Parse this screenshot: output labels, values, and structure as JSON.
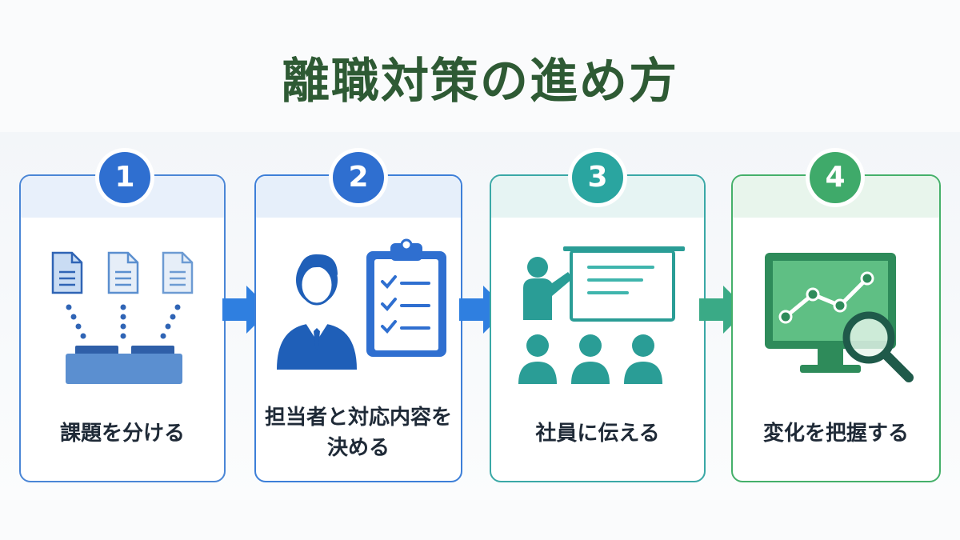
{
  "title": "離職対策の進め方",
  "colors": {
    "title": "#2e5a34",
    "step1": "#2f6fd0",
    "step2": "#2f6fd0",
    "step3": "#2aa5a0",
    "step4": "#3faa6a"
  },
  "steps": [
    {
      "number": "1",
      "label": "課題を分ける",
      "icon": "document-sort-icon"
    },
    {
      "number": "2",
      "label_line1": "担当者と対応内容を",
      "label_line2": "決める",
      "icon": "person-clipboard-icon"
    },
    {
      "number": "3",
      "label": "社員に伝える",
      "icon": "presentation-icon"
    },
    {
      "number": "4",
      "label": "変化を把握する",
      "icon": "monitor-analytics-icon"
    }
  ]
}
